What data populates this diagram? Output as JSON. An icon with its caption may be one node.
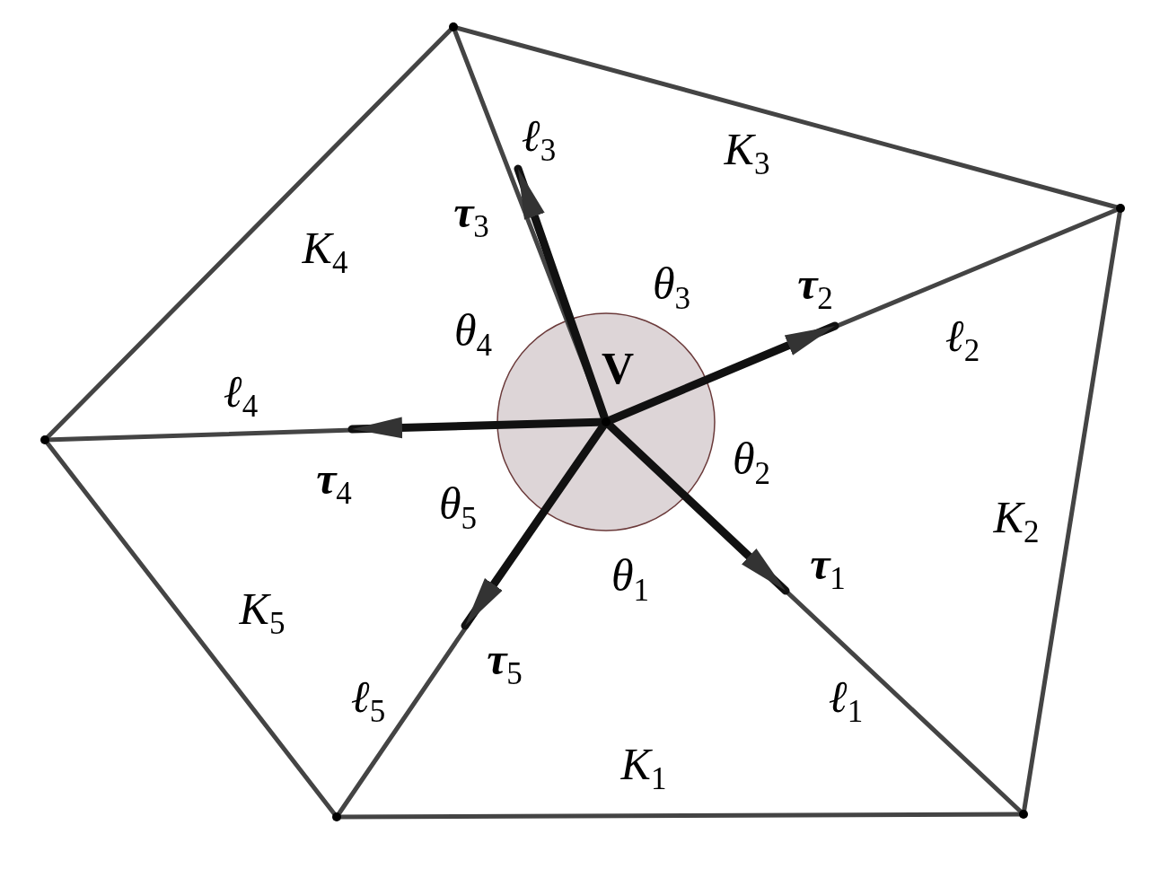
{
  "diagram": {
    "nodes": [
      {
        "text": [
          "**V**"
        ]
      },
      {
        "text": [],
        "shape": "circle"
      },
      {
        "text": [],
        "shape": "circle"
      },
      {
        "text": [],
        "shape": "circle"
      },
      {
        "text": [],
        "shape": "circle"
      },
      {
        "text": [],
        "shape": "circle"
      }
    ],
    "edges": [
      {
        "from": 0,
        "to": 5,
        "arrow": "none",
        "label": "ℓ$_{1}$"
      },
      {
        "from": 0,
        "to": 2,
        "arrow": "none",
        "label": "ℓ$_{2}$"
      },
      {
        "from": 0,
        "to": 1,
        "arrow": "none",
        "label": "ℓ$_{3}$"
      },
      {
        "from": 0,
        "to": 3,
        "arrow": "none",
        "label": "ℓ$_{4}$"
      },
      {
        "from": 0,
        "to": 4,
        "arrow": "none",
        "label": "ℓ$_{5}$"
      },
      {
        "from": 1,
        "to": 2,
        "arrow": "none"
      },
      {
        "from": 2,
        "to": 5,
        "arrow": "none"
      },
      {
        "from": 5,
        "to": 4,
        "arrow": "none"
      },
      {
        "from": 4,
        "to": 3,
        "arrow": "none"
      },
      {
        "from": 3,
        "to": 1,
        "arrow": "none"
      },
      {
        "from": 0,
        "to": null,
        "arrow": "to",
        "style": "thick",
        "label": "**τ**$_{1}$"
      },
      {
        "from": 0,
        "to": null,
        "arrow": "to",
        "style": "thick",
        "label": "**τ**$_{2}$"
      },
      {
        "from": 0,
        "to": null,
        "arrow": "to",
        "style": "thick",
        "label": "**τ**$_{3}$"
      },
      {
        "from": 0,
        "to": null,
        "arrow": "to",
        "style": "thick",
        "label": "**τ**$_{4}$"
      },
      {
        "from": 0,
        "to": null,
        "arrow": "to",
        "style": "thick",
        "label": "**τ**$_{5}$"
      }
    ],
    "labels": [
      "K$_{3}$",
      "K$_{4}$",
      "θ$_{3}$",
      "θ$_{4}$",
      "K$_{2}$",
      "θ$_{2}$",
      "θ$_{5}$",
      "θ$_{1}$",
      "K$_{5}$",
      "K$_{1}$"
    ]
  }
}
